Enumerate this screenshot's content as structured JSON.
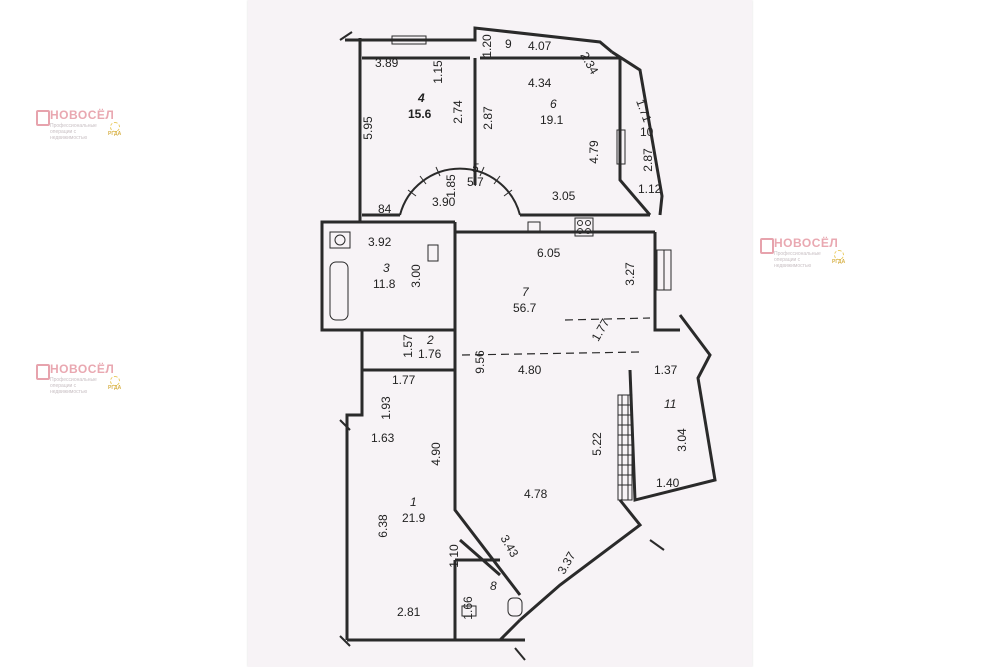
{
  "watermark": {
    "brand": "НОВОСЁЛ",
    "tagline": "Профессиональные операции с недвижимостью",
    "badge": "РГДА"
  },
  "rooms": [
    {
      "id": "1",
      "number": "1",
      "area": "21.9"
    },
    {
      "id": "2",
      "number": "2",
      "area": "1.76"
    },
    {
      "id": "3",
      "number": "3",
      "area": "11.8"
    },
    {
      "id": "4",
      "number": "4",
      "area": "15.6"
    },
    {
      "id": "5",
      "number": "5",
      "area": "5.7"
    },
    {
      "id": "6",
      "number": "6",
      "area": "19.1"
    },
    {
      "id": "7",
      "number": "7",
      "area": "56.7"
    },
    {
      "id": "8",
      "number": "8",
      "area": ""
    },
    {
      "id": "9",
      "number": "9",
      "area": ""
    },
    {
      "id": "10",
      "number": "10",
      "area": ""
    },
    {
      "id": "11",
      "number": "11",
      "area": ""
    }
  ],
  "dimensions": {
    "d389": "3.89",
    "d115": "1.15",
    "d120": "1.20",
    "d407": "4.07",
    "d234": "2.34",
    "d595": "5.95",
    "d274": "2.74",
    "d287a": "2.87",
    "d434": "4.34",
    "d479": "4.79",
    "d171": "1.71",
    "d287b": "2.87",
    "d112": "1.12",
    "d185": "1.85",
    "d84": "84",
    "d390": "3.90",
    "d305": "3.05",
    "d392": "3.92",
    "d300": "3.00",
    "d605": "6.05",
    "d327": "3.27",
    "d157": "1.57",
    "d177a": "1.77",
    "d177b": "1.77",
    "d956": "9.56",
    "d480": "4.80",
    "d137": "1.37",
    "d193": "1.93",
    "d163": "1.63",
    "d490": "4.90",
    "d522": "5.22",
    "d304": "3.04",
    "d140": "1.40",
    "d478": "4.78",
    "d638": "6.38",
    "d343": "3.43",
    "d110": "1.10",
    "d337": "3.37",
    "d166": "1.66",
    "d281": "2.81"
  }
}
